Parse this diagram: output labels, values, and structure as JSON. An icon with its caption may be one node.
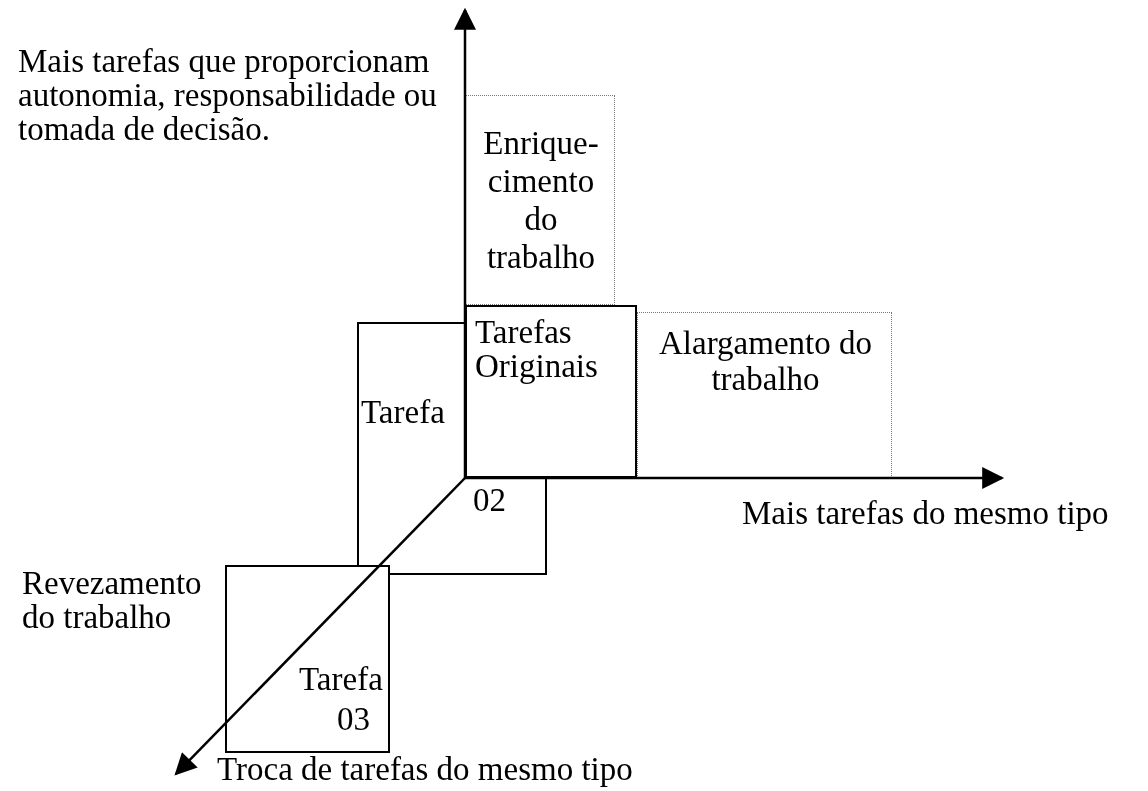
{
  "diagram": {
    "nodes": [
      {
        "text": [
          "Enrique-cimento do trabalho"
        ]
      },
      {
        "text": [
          "Tarefas Originais"
        ]
      },
      {
        "text": [
          "Alargamento do trabalho"
        ]
      },
      {
        "text": [
          "Tarefa",
          "02"
        ]
      },
      {
        "text": [
          "Tarefa",
          "03"
        ]
      }
    ],
    "labels": [
      "Mais tarefas que proporcionam autonomia, responsabilidade ou tomada de decisão.",
      "Mais tarefas do mesmo tipo",
      "Revezamento do trabalho",
      "Troca de tarefas do mesmo tipo"
    ]
  }
}
